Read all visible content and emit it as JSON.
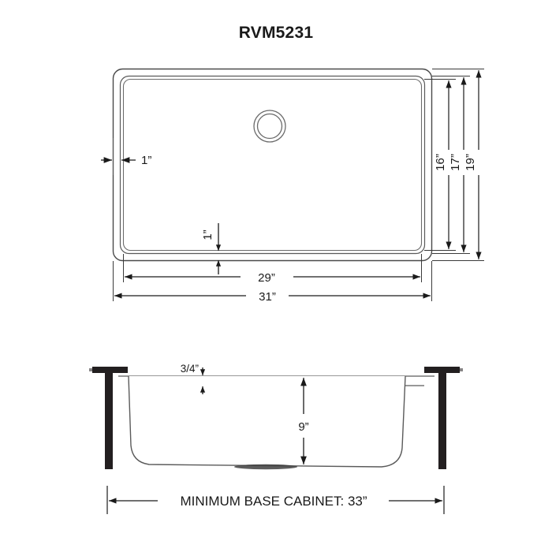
{
  "sheet": {
    "title": "RVM5231",
    "background_color": "#ffffff",
    "line_color": "#3a3a3a",
    "dim_color": "#1a1a1a",
    "cabinet_color": "#231f20"
  },
  "top_view": {
    "name": "top-view",
    "dimensions": {
      "rim_width_left": "1”",
      "rim_width_bottom": "1”",
      "inner_width": "29”",
      "outer_width": "31”",
      "inner_depth": "16”",
      "mid_depth": "17”",
      "outer_depth": "19”"
    },
    "features": {
      "drain": "drain-opening"
    }
  },
  "section_view": {
    "name": "cross-section-view",
    "dimensions": {
      "rim_thickness": "3/4”",
      "basin_depth": "9”"
    },
    "caption": "MINIMUM BASE CABINET: 33”",
    "features": {
      "left_cabinet": "cabinet-wall-left",
      "right_cabinet": "cabinet-wall-right",
      "left_counter": "countertop-left",
      "right_counter": "countertop-right",
      "drain": "drain-opening"
    }
  },
  "chart_data": {
    "type": "table",
    "title": "RVM5231",
    "categories": [
      "Outer width",
      "Inner width",
      "Outer depth",
      "Mid depth",
      "Inner depth",
      "Basin depth",
      "Rim width",
      "Rim thickness",
      "Minimum base cabinet"
    ],
    "values": [
      31,
      29,
      19,
      17,
      16,
      9,
      1,
      0.75,
      33
    ],
    "labels": [
      "31”",
      "29”",
      "19”",
      "17”",
      "16”",
      "9”",
      "1”",
      "3/4”",
      "33”"
    ],
    "xlabel": "",
    "ylabel": "inches"
  }
}
